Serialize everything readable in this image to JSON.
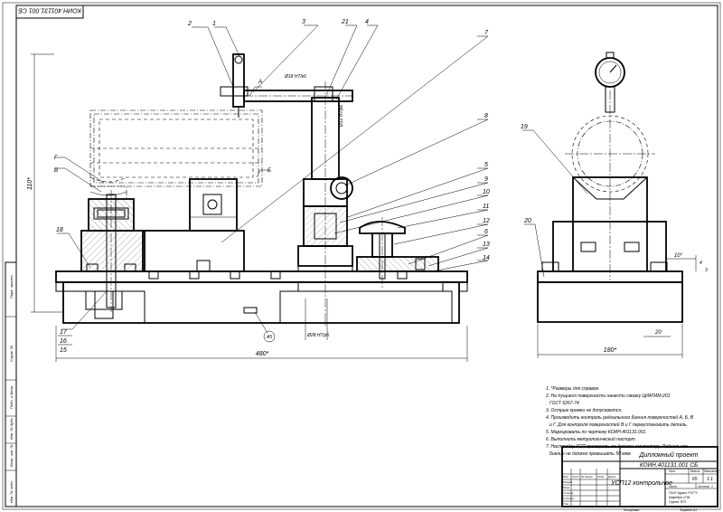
{
  "stamp": {
    "code_mirrored": "КОИН.401131.001 СБ",
    "project": "Дипломный проект",
    "code": "КОИН.401131.001 СБ",
    "name": "УСП12 контрольное",
    "lit_header": "Лит.",
    "mass_header": "Масса",
    "scale_header": "Масштаб",
    "mass": "65",
    "scale": "1:1",
    "sheet_label": "Лист",
    "sheets_label": "Листов",
    "sheets": "1",
    "org_line1": "ГКОУ Щукин РЧГТУ",
    "org_line2": "Кафедра СПИ",
    "org_line3": "Группа ТЕП",
    "copied": "Копировал",
    "format": "Формат А1",
    "rows": [
      "Изм.",
      "Лист",
      "№ докум.",
      "Подп.",
      "Дата"
    ],
    "roles": [
      "Разраб.",
      "Пров.",
      "Т.контр.",
      "",
      "Н.контр.",
      "Утв."
    ],
    "left_strip": [
      "Перв. примен.",
      "Справ. №",
      "Подп. и дата",
      "Инв. № дубл.",
      "Взам. инв. №",
      "Подп. и дата",
      "Инв. № подл."
    ]
  },
  "notes": [
    "1. *Размеры для справок.",
    "2. На trущиеся поверхности нанести смазку ЦИАТИМ-201",
    "ГОСТ 6267-74.",
    "3. Острые кромки не допускаются.",
    "4. Производить контроль радиального биения поверхностей А, Б, В",
    "и Г. Для контроля поверхностей В и Г переустановить деталь.",
    "5. Маркировать по чертежу КОИН.401131.001.",
    "6. Выполнить метрологический паспорт.",
    "7. Настройку УСП проверить по детали имитатору. Радиальное",
    "биение не должно превышать 50 мкм."
  ],
  "positions": {
    "p1": "1",
    "p2": "2",
    "p3": "3",
    "p21": "21",
    "p4": "4",
    "p7": "7",
    "p8": "8",
    "p5": "5",
    "p9": "9",
    "p10": "10",
    "p11": "11",
    "p12": "12",
    "p6": "6",
    "p13": "13",
    "p14": "14",
    "p18": "18",
    "p17": "17",
    "p16": "16",
    "p15": "15",
    "p19": "19",
    "p20": "20"
  },
  "dims": {
    "h110": "110*",
    "w480": "480*",
    "w180": "180*",
    "d18": "Ø18 H7/k6",
    "d28": "Ø28 H7/p6",
    "d12": "Ø12 H7/p6",
    "ang10": "10°",
    "d20": "20",
    "a4": "4",
    "a3": "3",
    "sectA": "A",
    "lblB": "Б",
    "lblV": "В",
    "lblG": "Г",
    "view": "А5"
  }
}
